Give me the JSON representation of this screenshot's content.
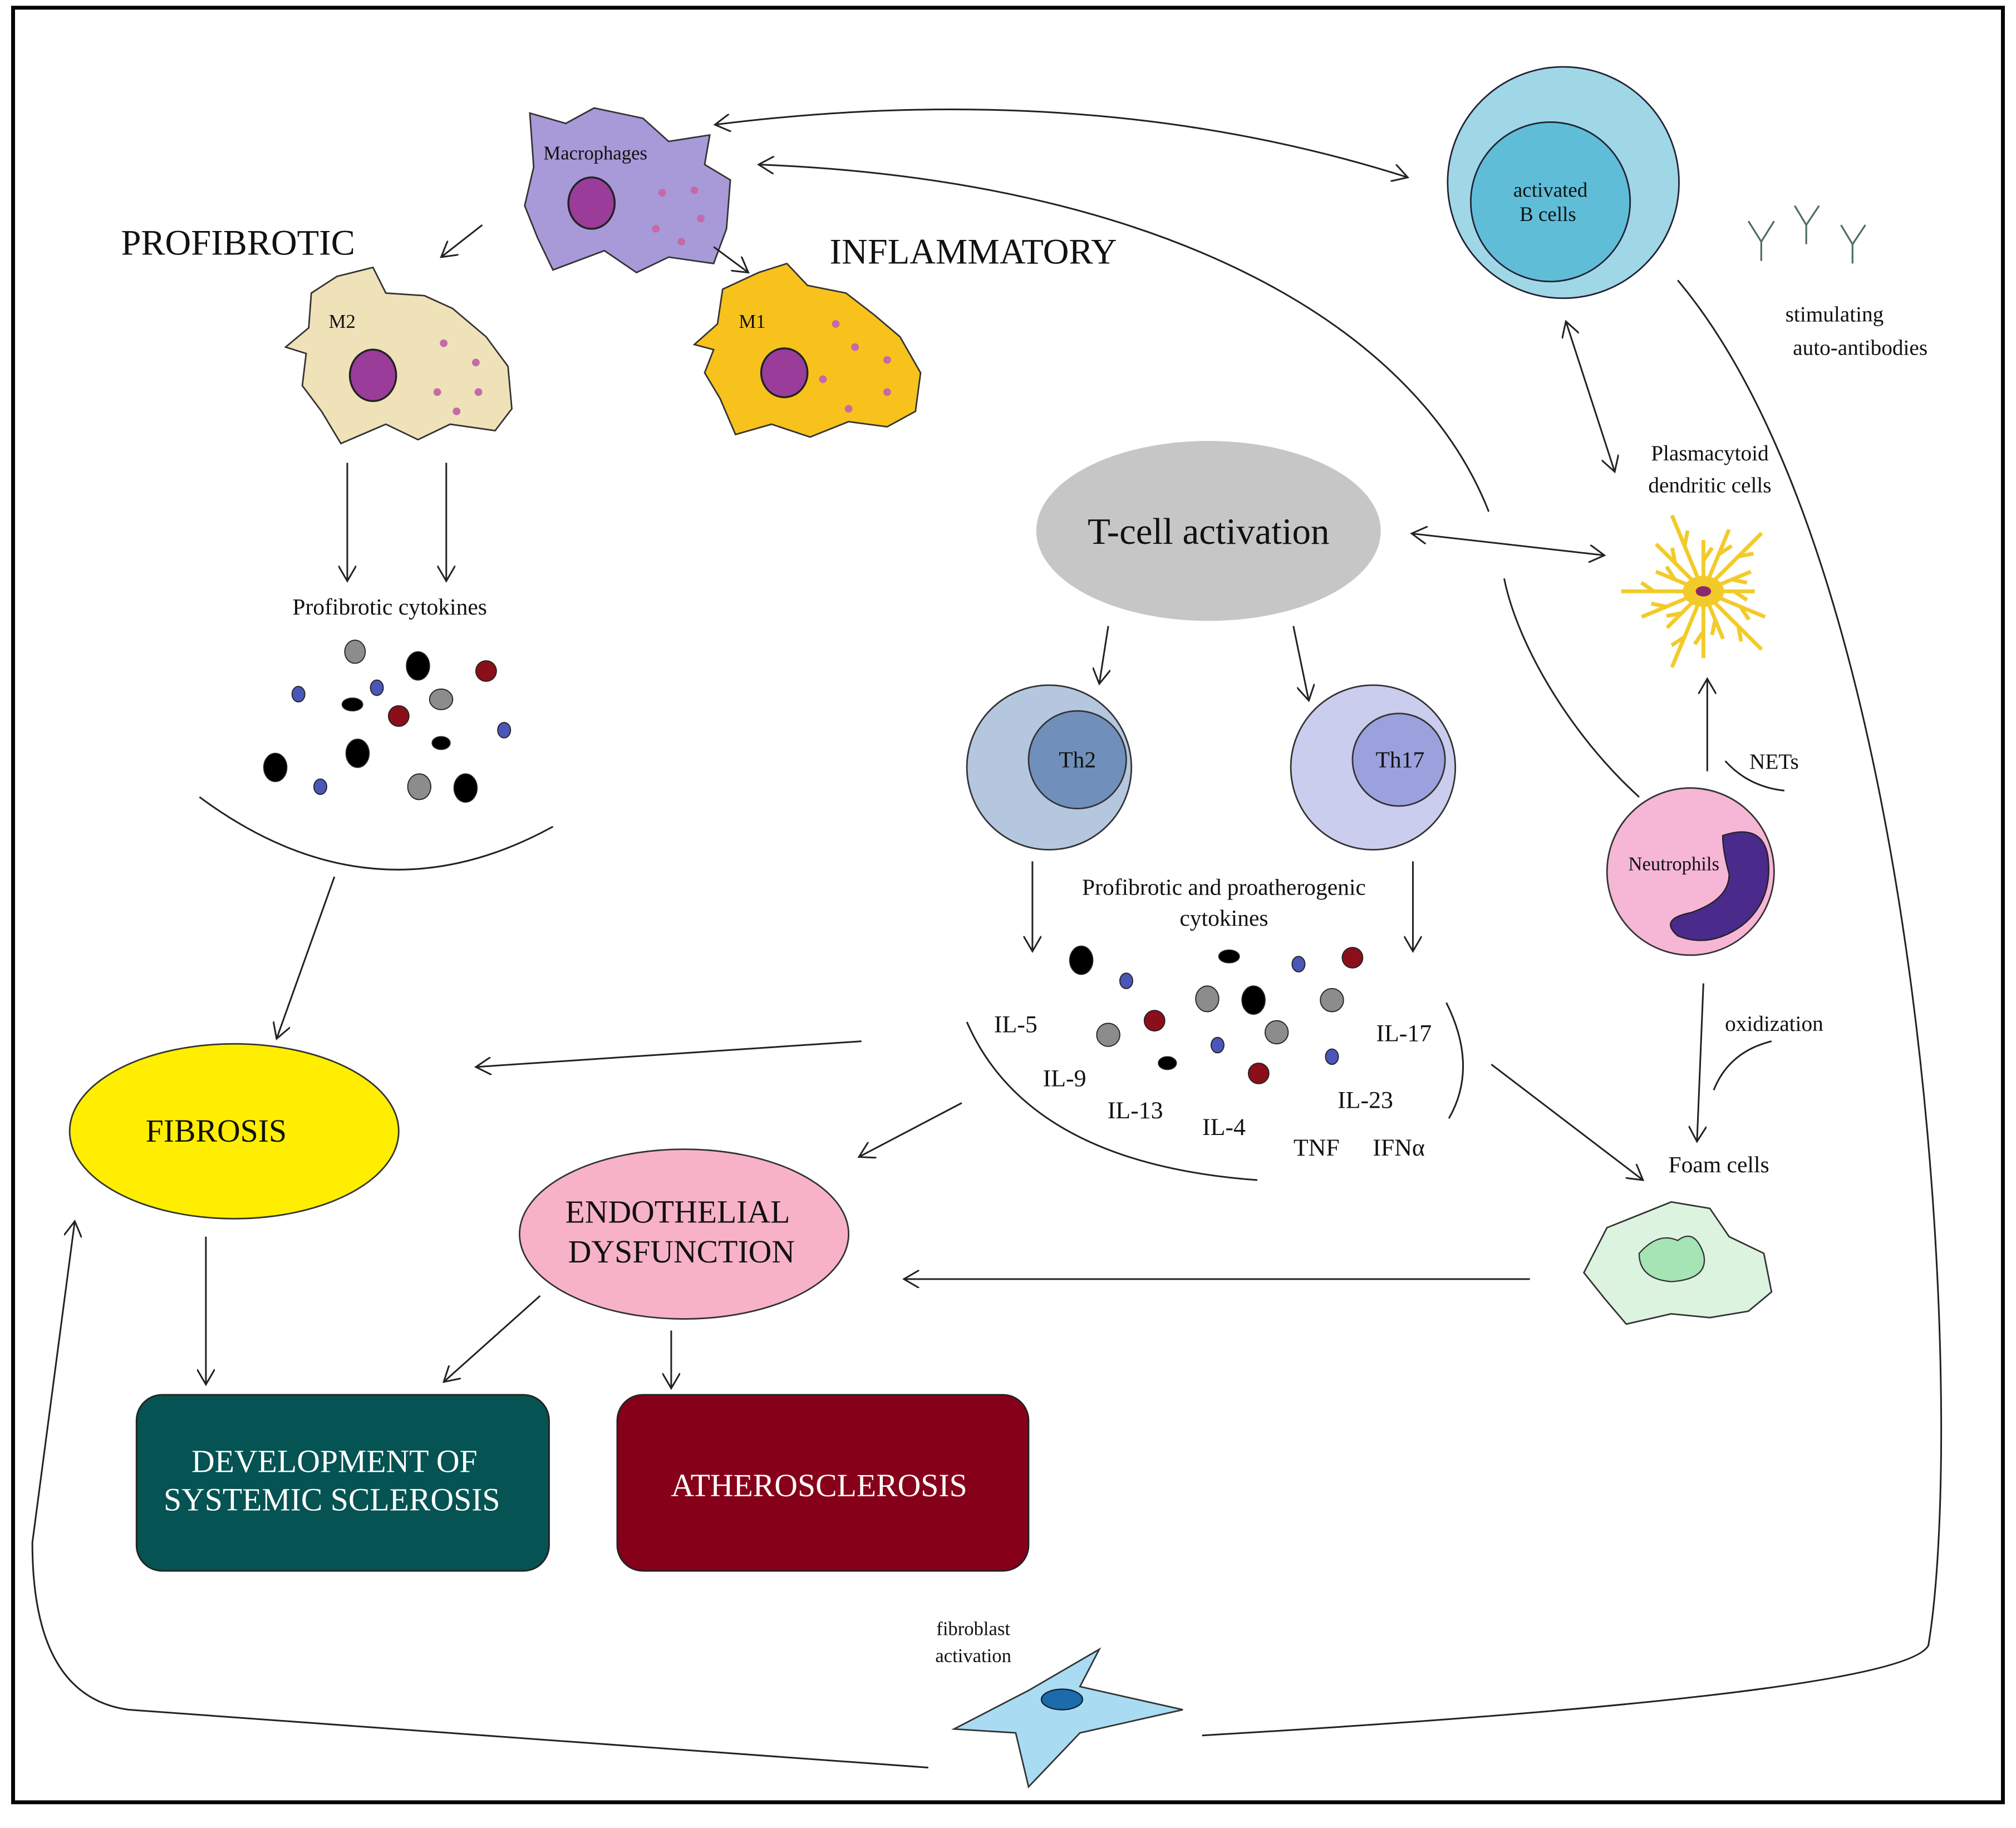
{
  "nodes": {
    "macrophages": "Macrophages",
    "profibrotic": "PROFIBROTIC",
    "inflammatory": "INFLAMMATORY",
    "m2": "M2",
    "m1": "M1",
    "profibrotic_cytokines": "Profibrotic cytokines",
    "b_cells_line1": "activated",
    "b_cells_line2": "B cells",
    "auto_antibodies_line1": "stimulating",
    "auto_antibodies_line2": "auto-antibodies",
    "pdc_line1": "Plasmacytoid",
    "pdc_line2": "dendritic cells",
    "t_cell": "T-cell activation",
    "th2": "Th2",
    "th17": "Th17",
    "nets": "NETs",
    "neutrophils": "Neutrophils",
    "cytokines_line1": "Profibrotic and proatherogenic",
    "cytokines_line2": "cytokines",
    "oxidization": "oxidization",
    "foam_cells": "Foam cells",
    "fibrosis": "FIBROSIS",
    "endothelial_line1": "ENDOTHELIAL",
    "endothelial_line2": "DYSFUNCTION",
    "ssc_line1": "DEVELOPMENT OF",
    "ssc_line2": "SYSTEMIC SCLEROSIS",
    "atherosclerosis": "ATHEROSCLEROSIS",
    "fibroblast_line1": "fibroblast",
    "fibroblast_line2": "activation"
  },
  "cytokine_labels": [
    "IL-5",
    "IL-9",
    "IL-13",
    "IL-4",
    "IL-17",
    "IL-23",
    "TNF",
    "IFNα"
  ],
  "colors": {
    "macrophage": "#a89ad8",
    "m2": "#efe2b8",
    "m1": "#f7c21c",
    "b_cell_outer": "#9fd7e7",
    "b_cell_inner": "#5fbdd8",
    "t_cell": "#c6c6c6",
    "th2_outer": "#b5c6df",
    "th2_inner": "#7090bb",
    "th17_outer": "#cbcdee",
    "th17_inner": "#9ba1dc",
    "neutrophil": "#f6b6d6",
    "fibrosis": "#ffee00",
    "endothelial": "#f8b2c8",
    "ssc": "#055352",
    "atherosclerosis": "#860019",
    "foam_cell": "#dcf4df",
    "fibroblast": "#a9dcf2",
    "dendritic": "#f2cb2a"
  }
}
